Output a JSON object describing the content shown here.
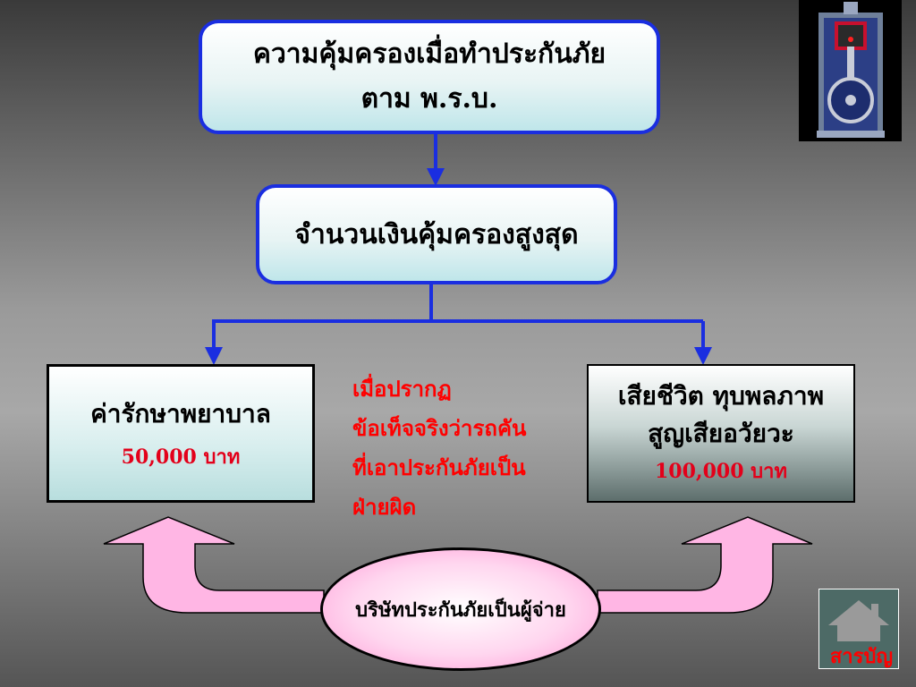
{
  "title": {
    "line1": "ความคุ้มครองเมื่อทำประกันภัย",
    "line2": "ตาม พ.ร.บ."
  },
  "max_coverage": "จำนวนเงินคุ้มครองสูงสุด",
  "medical": {
    "label": "ค่ารักษาพยาบาล",
    "amount": "50,000  บาท"
  },
  "death": {
    "line1": "เสียชีวิต ทุบพลภาพ",
    "line2": "สูญเสียอวัยวะ",
    "amount": "100,000  บาท"
  },
  "condition": {
    "line1": "เมื่อปรากฏ",
    "line2": "ข้อเท็จจริงว่ารถคัน",
    "line3": "ที่เอาประกันภัยเป็น",
    "line4": "ฝ่ายผิด"
  },
  "payer": "บริษัทประกันภัยเป็นผู้จ่าย",
  "home_button": {
    "label": "สารบัญ"
  },
  "icons": {
    "engine": "engine-piston-icon",
    "home": "home-icon"
  },
  "colors": {
    "box_border": "#1a2ee0",
    "amount_text": "#e3001a",
    "condition_text": "#ff0000",
    "arrow_fill": "#ffb6e4"
  }
}
